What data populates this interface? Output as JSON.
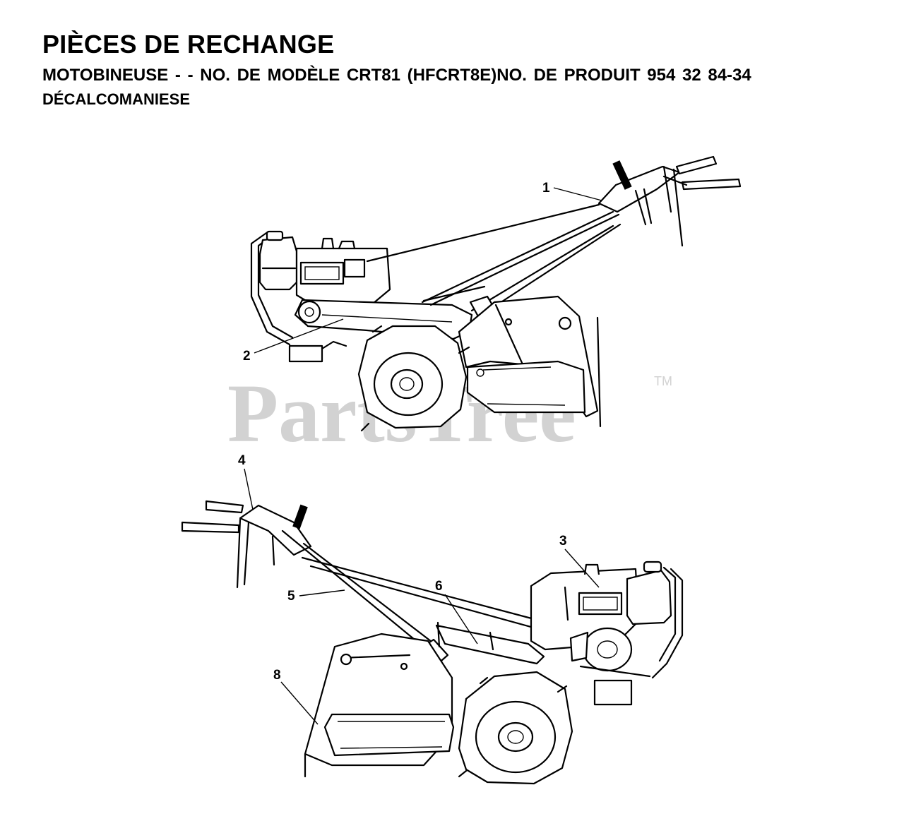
{
  "header": {
    "title": "PIÈCES DE RECHANGE",
    "subtitle": " MOTOBINEUSE - - NO.  DE MODÈLE CRT81 (HFCRT8E)NO. DE PRODUIT 954 32 84-34",
    "section": "DÉCALCOMANIESE"
  },
  "watermark": {
    "text": "PartsTree",
    "trademark": "TM"
  },
  "callouts": [
    "1",
    "2",
    "3",
    "4",
    "5",
    "6",
    "8"
  ]
}
